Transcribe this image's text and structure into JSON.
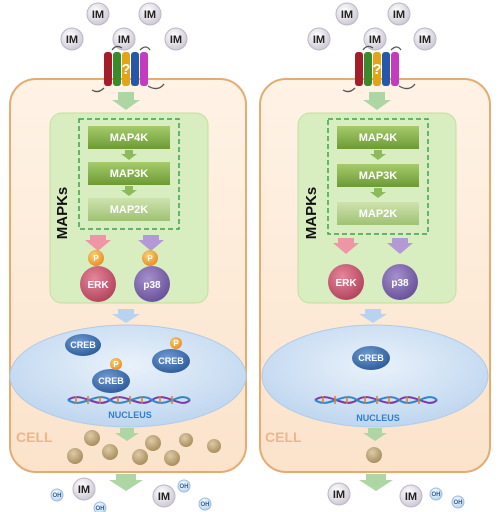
{
  "molecule_label": "IM",
  "small_label": "OH",
  "receptor_label": "?",
  "mapks_label": "MAPKs",
  "cascade": [
    "MAP4K",
    "MAP3K",
    "MAP2K"
  ],
  "kinases": {
    "erk": "ERK",
    "p38": "p38"
  },
  "phospho_label": "P",
  "creb_label": "CREB",
  "nucleus_label": "NUCLEUS",
  "cell_label": "CELL",
  "colors": {
    "cell_fill": "#fce9d6",
    "cell_border": "#e5ab71",
    "mapk_panel": "#d9eec0",
    "cascade_box": "#83ad4a",
    "erk": "#c95566",
    "p38": "#7a64a8",
    "phospho": "#f1a339",
    "creb": "#3c6fae",
    "nucleus": "#cfe1f5",
    "arrow_blue": "#b7d3ef",
    "arrow_green": "#aed5a4",
    "vesicle": "#c3a97d"
  }
}
